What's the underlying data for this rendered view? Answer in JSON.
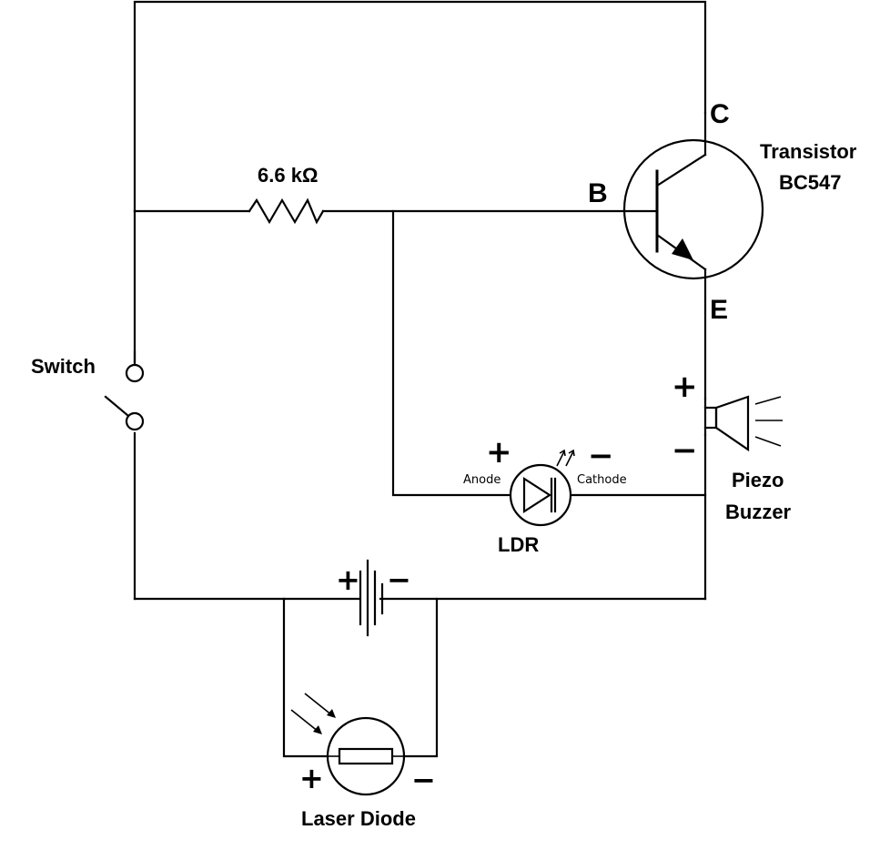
{
  "labels": {
    "resistor": "6.6 kΩ",
    "transistor_name": "Transistor",
    "transistor_model": "BC547",
    "pin_c": "C",
    "pin_b": "B",
    "pin_e": "E",
    "switch": "Switch",
    "buzzer_line1": "Piezo",
    "buzzer_line2": "Buzzer",
    "ldr": "LDR",
    "anode": "Anode",
    "cathode": "Cathode",
    "laser": "Laser Diode"
  },
  "signs": {
    "plus": "+",
    "minus": "−"
  },
  "colors": {
    "stroke": "#000000",
    "background": "#ffffff"
  }
}
